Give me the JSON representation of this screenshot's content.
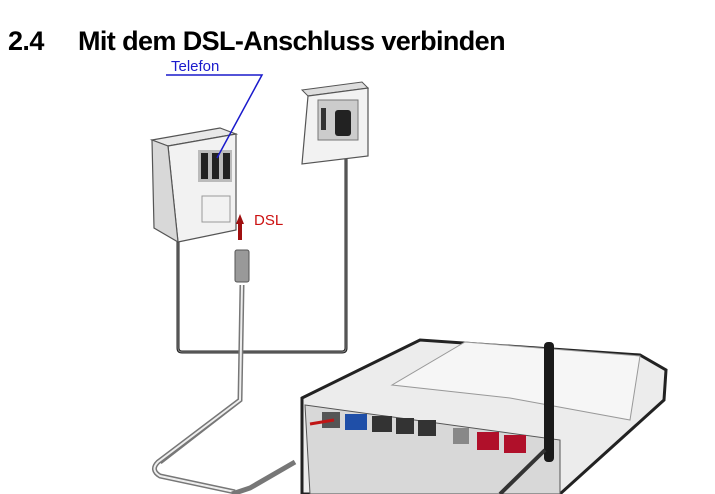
{
  "heading": {
    "number": "2.4",
    "title": "Mit dem DSL-Anschluss verbinden"
  },
  "figure": {
    "labels": {
      "telefon": "Telefon",
      "dsl": "DSL"
    },
    "colors": {
      "telefon_label": "#1a1acc",
      "dsl_label": "#cc1111",
      "dsl_arrow": "#a01010",
      "lan_ports": "#b0102a",
      "wlan_port": "#1f4fa8"
    }
  }
}
